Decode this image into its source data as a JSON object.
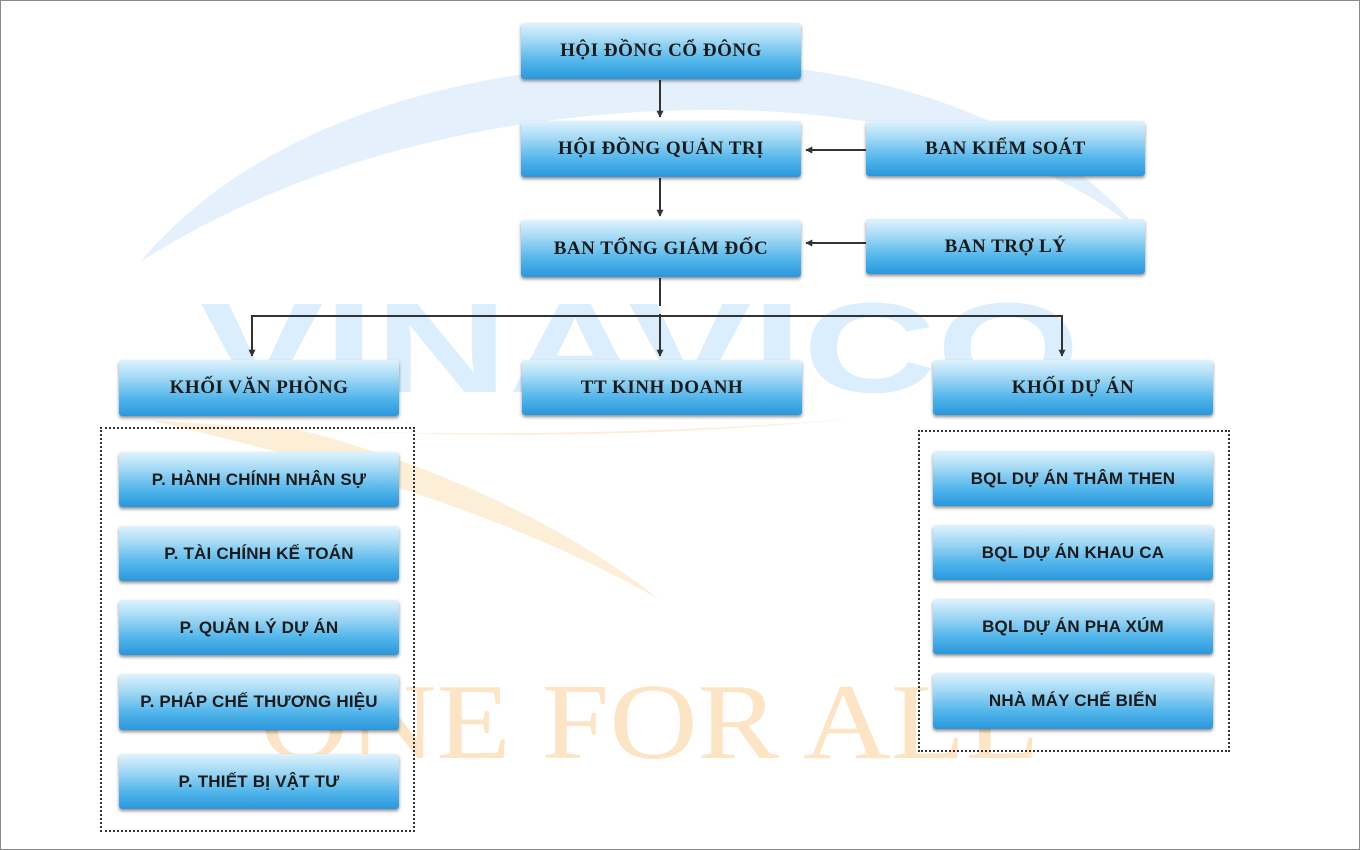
{
  "watermark": {
    "logo_text": "VINAVICO",
    "slogan": "ONE FOR ALL"
  },
  "nodes": {
    "hoi_dong_co_dong": "HỘI ĐỒNG CỔ ĐÔNG",
    "hoi_dong_quan_tri": "HỘI ĐỒNG QUẢN TRỊ",
    "ban_kiem_soat": "BAN KIỂM SOÁT",
    "ban_tong_giam_doc": "BAN TỔNG GIÁM ĐỐC",
    "ban_tro_ly": "BAN TRỢ LÝ",
    "khoi_van_phong": "KHỐI VĂN PHÒNG",
    "tt_kinh_doanh": "TT KINH DOANH",
    "khoi_du_an": "KHỐI DỰ ÁN"
  },
  "office_departments": [
    "P. HÀNH CHÍNH NHÂN SỰ",
    "P. TÀI CHÍNH KẾ TOÁN",
    "P. QUẢN LÝ DỰ ÁN",
    "P. PHÁP CHẾ THƯƠNG HIỆU",
    "P. THIẾT BỊ VẬT TƯ"
  ],
  "project_units": [
    "BQL DỰ ÁN THÂM THEN",
    "BQL DỰ ÁN KHAU CA",
    "BQL DỰ ÁN PHA XÚM",
    "NHÀ MÁY CHẾ BIẾN"
  ],
  "colors": {
    "box_top": "#dff3fd",
    "box_bottom": "#2a97dc",
    "watermark_blue": "#dcefff",
    "watermark_orange": "#fde6c6",
    "line": "#333333"
  }
}
